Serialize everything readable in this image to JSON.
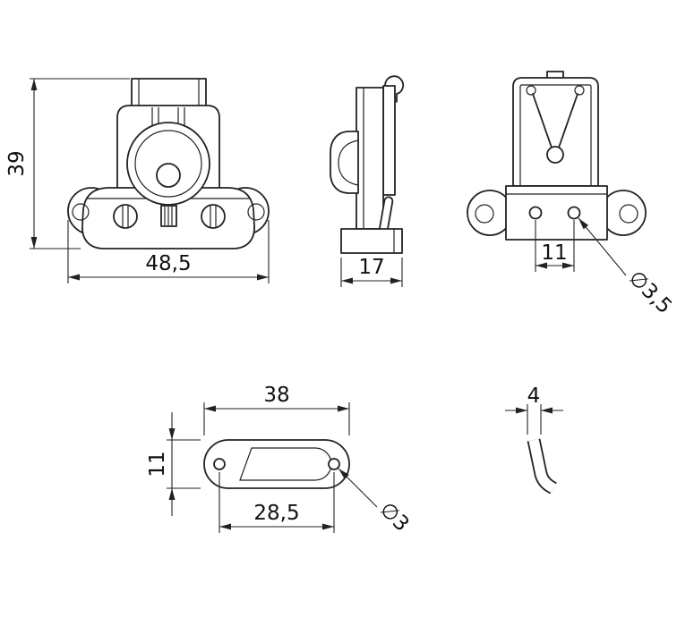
{
  "views": {
    "latch_front": {
      "height": "39",
      "width": "48,5"
    },
    "latch_side": {
      "depth": "17"
    },
    "latch_rear": {
      "hole_spacing": "11",
      "hole_diameter": "∅3,5"
    },
    "strike_plate": {
      "width": "38",
      "height": "11",
      "hole_spacing": "28,5",
      "hole_diameter": "∅3"
    },
    "strike_plate_side": {
      "thickness": "4"
    }
  }
}
